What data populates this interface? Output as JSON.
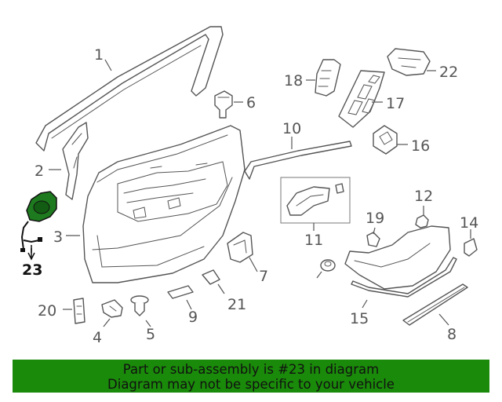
{
  "callouts": {
    "p1": "1",
    "p2": "2",
    "p3": "3",
    "p4": "4",
    "p5": "5",
    "p6": "6",
    "p7": "7",
    "p8": "8",
    "p9": "9",
    "p10": "10",
    "p11": "11",
    "p12": "12",
    "p14": "14",
    "p15": "15",
    "p16": "16",
    "p17": "17",
    "p18": "18",
    "p19": "19",
    "p20": "20",
    "p21": "21",
    "p22": "22",
    "p23": "23"
  },
  "highlight_color": "#1a8a0a",
  "banner": {
    "line1": "Part or sub-assembly is #23 in diagram",
    "line2": "Diagram may not be specific to your vehicle"
  }
}
